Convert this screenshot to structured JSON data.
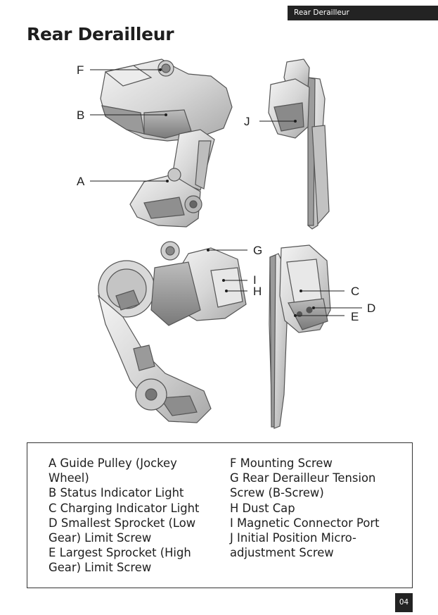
{
  "header": {
    "section_label": "Rear Derailleur"
  },
  "page_title": "Rear Derailleur",
  "callouts": {
    "A": "A",
    "B": "B",
    "C": "C",
    "D": "D",
    "E": "E",
    "F": "F",
    "G": "G",
    "H": "H",
    "I": "I",
    "J": "J"
  },
  "legend": {
    "left": [
      "A Guide Pulley (Jockey Wheel)",
      "B Status Indicator Light",
      "C Charging Indicator Light",
      "D Smallest Sprocket (Low Gear) Limit Screw",
      "E Largest Sprocket (High Gear) Limit Screw"
    ],
    "right": [
      "F Mounting Screw",
      "G Rear Derailleur Tension Screw (B-Screw)",
      "H Dust Cap",
      "I Magnetic Connector Port",
      "J Initial Position Micro-adjustment Screw"
    ]
  },
  "page_number": "04"
}
